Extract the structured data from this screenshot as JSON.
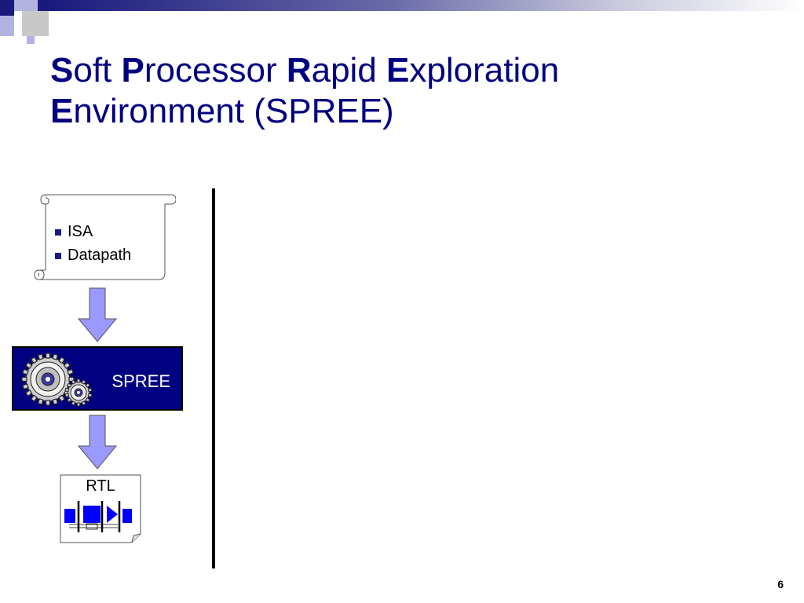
{
  "slide": {
    "title": {
      "w1_initial": "S",
      "w1_rest": "oft ",
      "w2_initial": "P",
      "w2_rest": "rocessor ",
      "w3_initial": "R",
      "w3_rest": "apid ",
      "w4_initial": "E",
      "w4_rest": "xploration",
      "w5_initial": "E",
      "w5_rest": "nvironment (SPREE)"
    },
    "scroll": {
      "items": [
        "ISA",
        "Datapath"
      ]
    },
    "spree_box": {
      "label": "SPREE"
    },
    "rtl_doc": {
      "label": "RTL"
    },
    "page_number": "6"
  },
  "colors": {
    "title": "#000080",
    "accent_navy": "#1a1a7e",
    "arrow_fill": "#9999ff",
    "spree_box_bg": "#000080",
    "rtl_blue": "#0000ff"
  },
  "icons": [
    "gear-icon",
    "arrow-down-icon",
    "scroll-shape",
    "document-shape"
  ]
}
